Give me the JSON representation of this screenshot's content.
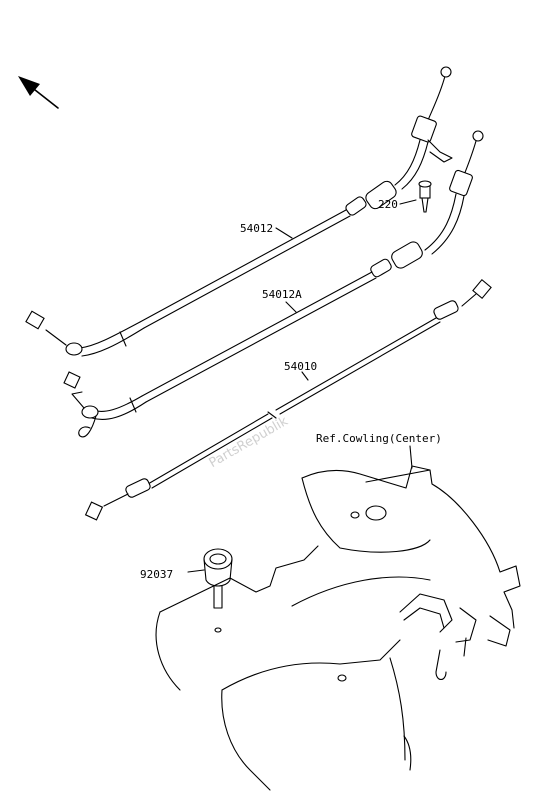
{
  "parts": [
    {
      "number": "54012"
    },
    {
      "number": "54012A"
    },
    {
      "number": "54010"
    },
    {
      "number": "220"
    },
    {
      "number": "92037"
    }
  ],
  "reference": {
    "label": "Ref.Cowling(Center)"
  },
  "watermark": {
    "text": "PartsRepublik"
  },
  "icons": {
    "orientation": "front-direction-arrow-icon"
  }
}
